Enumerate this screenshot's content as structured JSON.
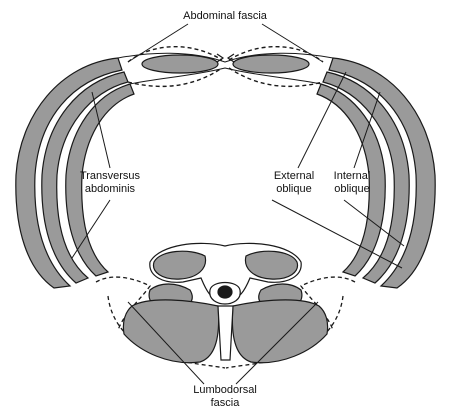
{
  "labels": {
    "abdominal_fascia": "Abdominal fascia",
    "transversus_line1": "Transversus",
    "transversus_line2": "abdominis",
    "external_line1": "External",
    "external_line2": "oblique",
    "internal_line1": "Internal",
    "internal_line2": "oblique",
    "lumbodorsal_line1": "Lumbodorsal",
    "lumbodorsal_line2": "fascia"
  },
  "colors": {
    "muscle_fill": "#9a9a9a",
    "outline": "#1a1a1a",
    "background": "#ffffff"
  }
}
